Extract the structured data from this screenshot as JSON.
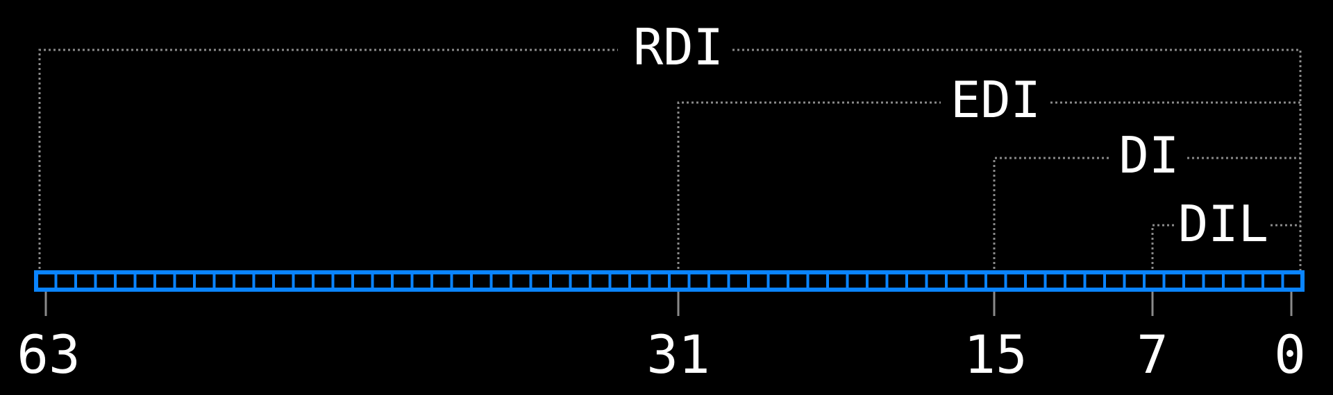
{
  "colors": {
    "background": "#000000",
    "bits": "#0a84ff",
    "guide": "#8a8a8a",
    "text": "#ffffff"
  },
  "register": {
    "bit_count": 64,
    "sub_registers": [
      {
        "name": "RDI",
        "high_bit": 63
      },
      {
        "name": "EDI",
        "high_bit": 31
      },
      {
        "name": "DI",
        "high_bit": 15
      },
      {
        "name": "DIL",
        "high_bit": 7
      }
    ],
    "bit_labels": [
      "63",
      "31",
      "15",
      "7",
      "0"
    ]
  }
}
